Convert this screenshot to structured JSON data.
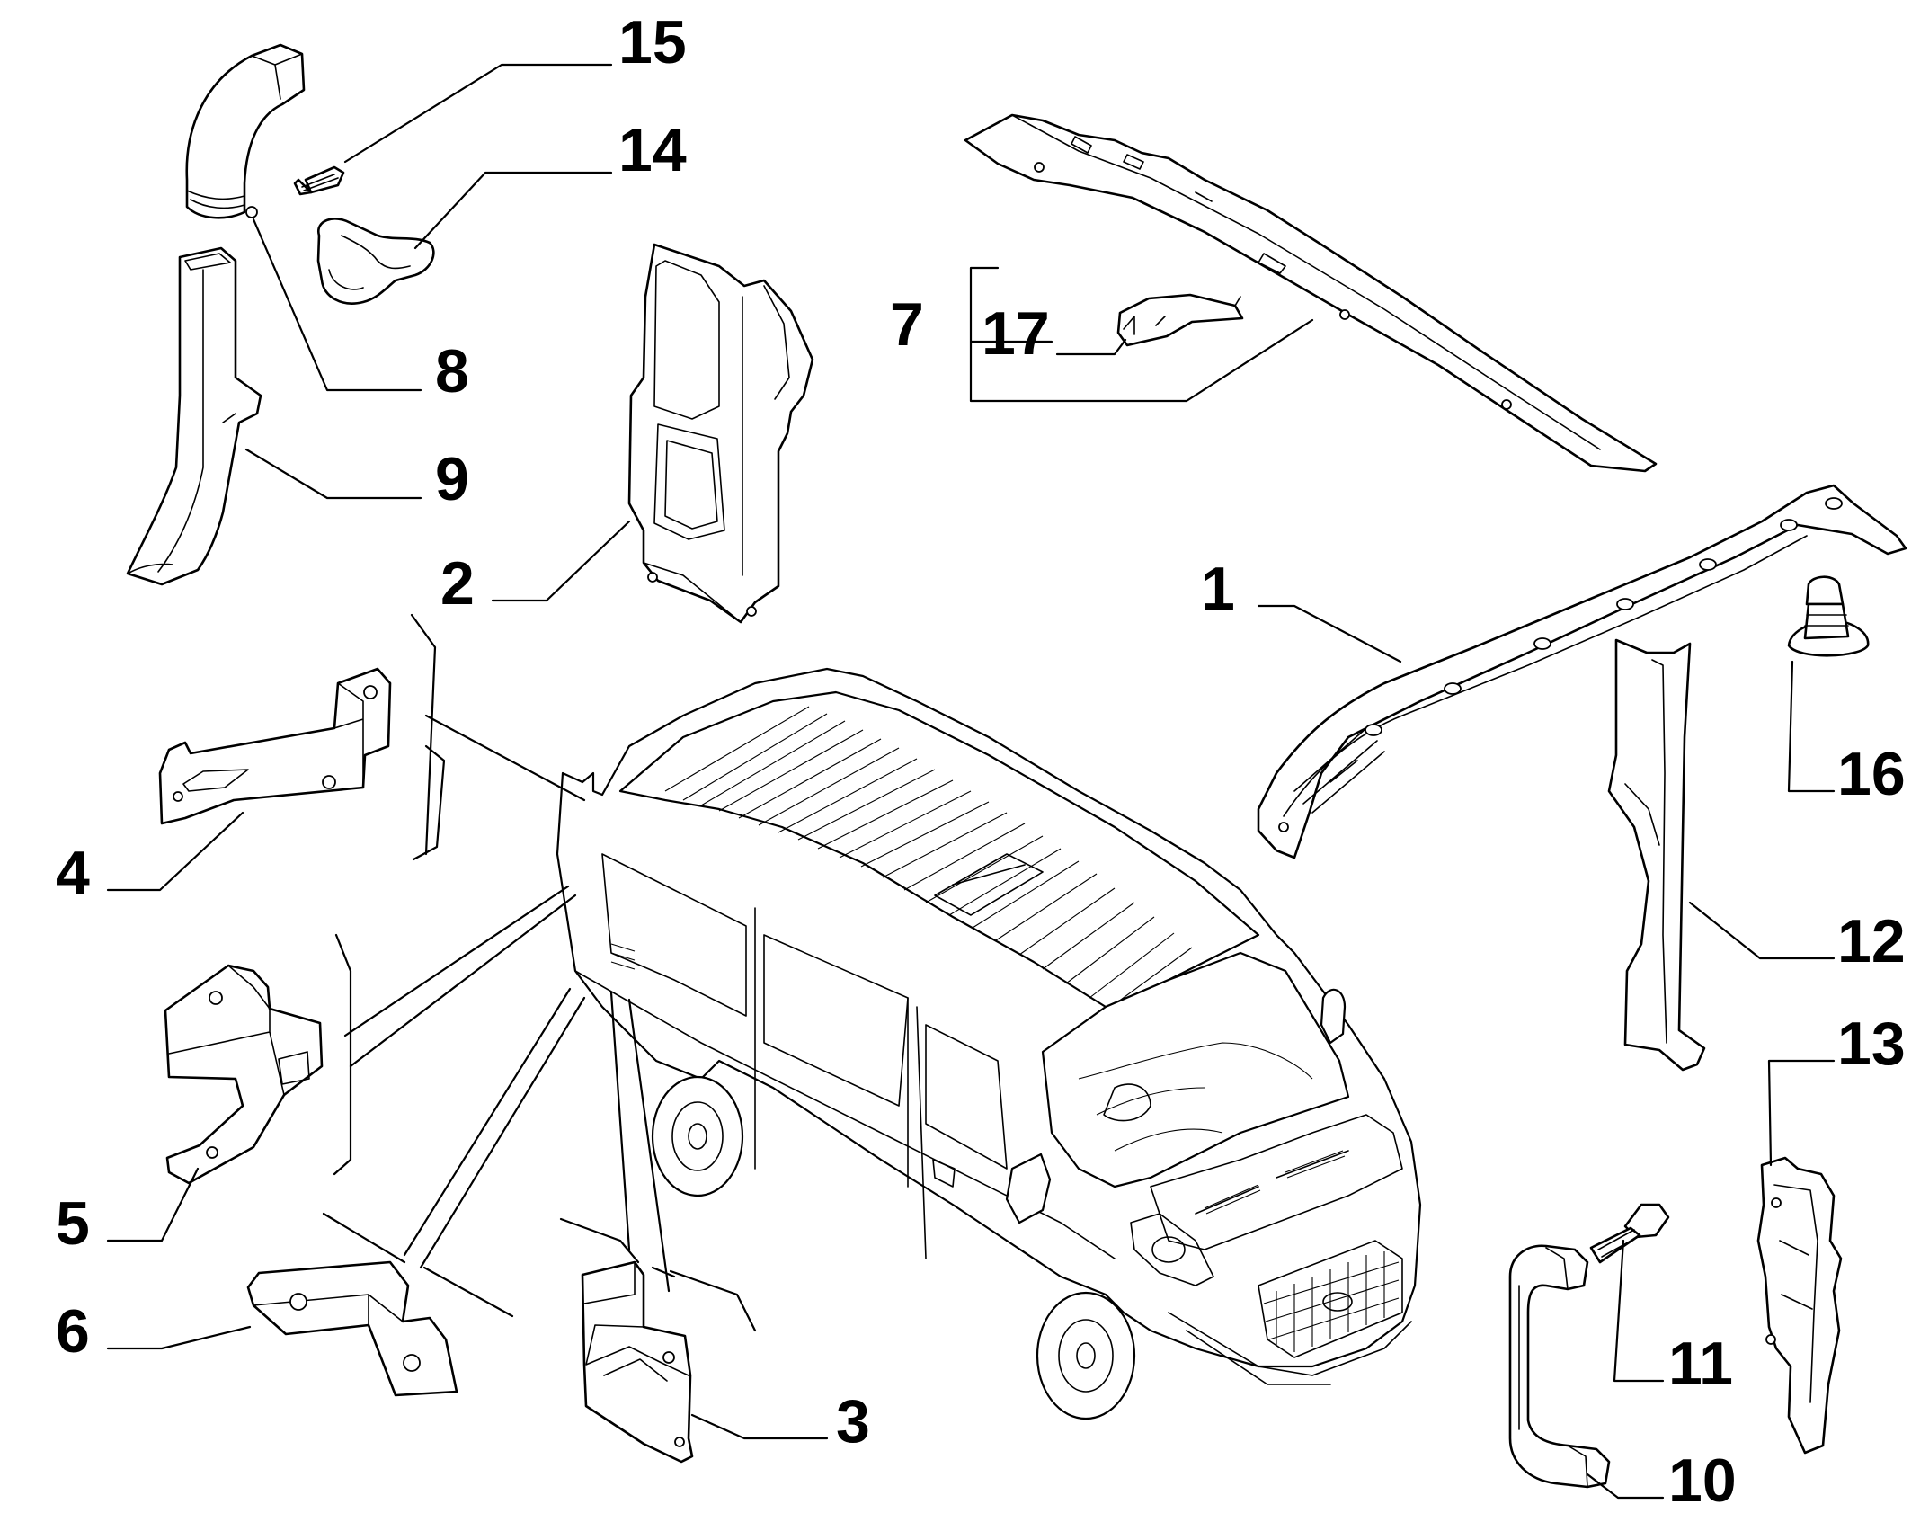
{
  "diagram": {
    "callouts": [
      {
        "id": "1",
        "label": "1"
      },
      {
        "id": "2",
        "label": "2"
      },
      {
        "id": "3",
        "label": "3"
      },
      {
        "id": "4",
        "label": "4"
      },
      {
        "id": "5",
        "label": "5"
      },
      {
        "id": "6",
        "label": "6"
      },
      {
        "id": "7",
        "label": "7"
      },
      {
        "id": "8",
        "label": "8"
      },
      {
        "id": "9",
        "label": "9"
      },
      {
        "id": "10",
        "label": "10"
      },
      {
        "id": "11",
        "label": "11"
      },
      {
        "id": "12",
        "label": "12"
      },
      {
        "id": "13",
        "label": "13"
      },
      {
        "id": "14",
        "label": "14"
      },
      {
        "id": "15",
        "label": "15"
      },
      {
        "id": "16",
        "label": "16"
      },
      {
        "id": "17",
        "label": "17"
      }
    ],
    "colors": {
      "ink": "#000000",
      "paper": "#ffffff"
    }
  }
}
